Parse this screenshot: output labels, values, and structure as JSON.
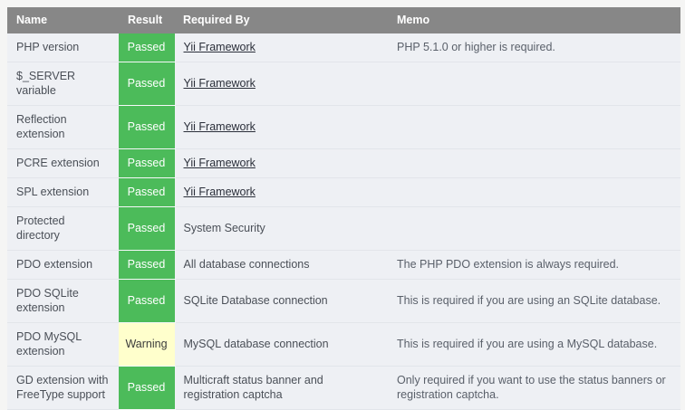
{
  "table": {
    "columns": [
      "Name",
      "Result",
      "Required By",
      "Memo"
    ],
    "colors": {
      "header_bg": "#878787",
      "row_bg": "#eef0f4",
      "passed_bg": "#4cbb5a",
      "passed_text": "#ffffff",
      "warning_bg": "#ffffcc",
      "warning_text": "#3c3c3c",
      "page_bg": "#f5f5f4",
      "link": "#2b2f3a"
    },
    "rows": [
      {
        "name": "PHP version",
        "result": "Passed",
        "state": "passed",
        "required_by": "Yii Framework",
        "required_by_is_link": true,
        "memo": "PHP 5.1.0 or higher is required."
      },
      {
        "name": "$_SERVER variable",
        "result": "Passed",
        "state": "passed",
        "required_by": "Yii Framework",
        "required_by_is_link": true,
        "memo": ""
      },
      {
        "name": "Reflection extension",
        "result": "Passed",
        "state": "passed",
        "required_by": "Yii Framework",
        "required_by_is_link": true,
        "memo": ""
      },
      {
        "name": "PCRE extension",
        "result": "Passed",
        "state": "passed",
        "required_by": "Yii Framework",
        "required_by_is_link": true,
        "memo": ""
      },
      {
        "name": "SPL extension",
        "result": "Passed",
        "state": "passed",
        "required_by": "Yii Framework",
        "required_by_is_link": true,
        "memo": ""
      },
      {
        "name": "Protected directory",
        "result": "Passed",
        "state": "passed",
        "required_by": "System Security",
        "required_by_is_link": false,
        "memo": ""
      },
      {
        "name": "PDO extension",
        "result": "Passed",
        "state": "passed",
        "required_by": "All database connections",
        "required_by_is_link": false,
        "memo": "The PHP PDO extension is always required."
      },
      {
        "name": "PDO SQLite extension",
        "result": "Passed",
        "state": "passed",
        "required_by": "SQLite Database connection",
        "required_by_is_link": false,
        "memo": "This is required if you are using an SQLite database."
      },
      {
        "name": "PDO MySQL extension",
        "result": "Warning",
        "state": "warning",
        "required_by": "MySQL database connection",
        "required_by_is_link": false,
        "memo": "This is required if you are using a MySQL database."
      },
      {
        "name": "GD extension with FreeType support",
        "result": "Passed",
        "state": "passed",
        "required_by": "Multicraft status banner and registration captcha",
        "required_by_is_link": false,
        "memo": "Only required if you want to use the status banners or registration captcha."
      }
    ]
  }
}
